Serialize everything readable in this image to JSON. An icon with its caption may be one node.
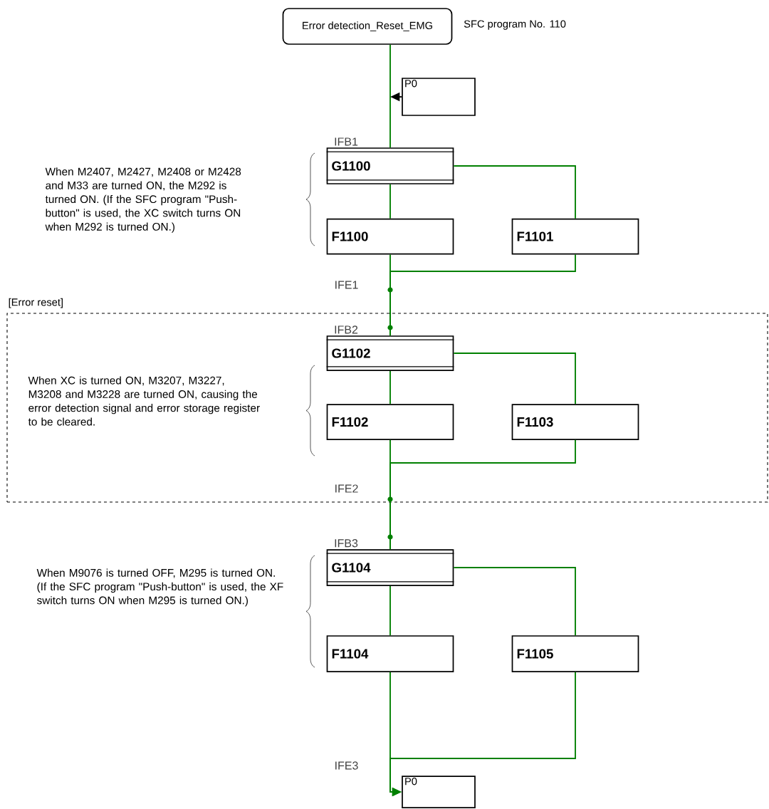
{
  "diagram": {
    "nodes": [
      {
        "text": [
          "Error detection_Reset_EMG"
        ],
        "beside": [
          "SFC program No. 110"
        ]
      },
      {
        "text": [
          "P0"
        ]
      },
      {
        "text": [
          "G1100"
        ],
        "beside": [
          "IFB1"
        ]
      },
      {
        "text": [
          "F1100"
        ]
      },
      {
        "text": [
          "F1101"
        ]
      },
      {
        "text": [
          "[Error reset]"
        ]
      },
      {
        "text": [
          "G1102"
        ],
        "in": 5,
        "beside": [
          "IFB2"
        ]
      },
      {
        "text": [
          "F1102"
        ],
        "in": 5
      },
      {
        "text": [
          "F1103"
        ],
        "in": 5
      },
      {
        "text": [
          "G1104"
        ],
        "beside": [
          "IFB3"
        ]
      },
      {
        "text": [
          "F1104"
        ]
      },
      {
        "text": [
          "F1105"
        ]
      },
      {
        "text": [
          "P0"
        ]
      }
    ],
    "edges": [
      {
        "from": 0,
        "to": 2,
        "arrow": "none"
      },
      {
        "from": 1,
        "to": null,
        "arrow": "to",
        "color": "#000000"
      },
      {
        "from": 2,
        "to": 3,
        "arrow": "none"
      },
      {
        "from": 2,
        "to": 4,
        "arrow": "none"
      },
      {
        "from": 3,
        "to": 6,
        "arrow": "none"
      },
      {
        "from": 4,
        "to": 6,
        "arrow": "none"
      },
      {
        "from": 6,
        "to": 7,
        "arrow": "none"
      },
      {
        "from": 6,
        "to": 8,
        "arrow": "none"
      },
      {
        "from": 7,
        "to": 9,
        "arrow": "none"
      },
      {
        "from": 8,
        "to": 9,
        "arrow": "none"
      },
      {
        "from": 9,
        "to": 10,
        "arrow": "none"
      },
      {
        "from": 9,
        "to": 11,
        "arrow": "none"
      },
      {
        "from": 10,
        "to": 12,
        "arrow": "to"
      },
      {
        "from": 11,
        "to": 12,
        "arrow": "to"
      }
    ],
    "labels": [
      "When M2407, M2427, M2408 or M2428 and M33 are turned ON, the M292 is turned ON. (If the SFC program \"Push-button\" is used, the XC switch turns ON when M292 is turned ON.)",
      "IFE1",
      "When XC is turned ON, M3207, M3227, M3208 and M3228 are turned ON, causing the error detection signal and error storage register to be cleared.",
      "IFE2",
      "When M9076 is turned OFF, M295 is turned ON. (If the SFC program \"Push-button\" is used, the XF switch turns ON when M295 is turned ON.)",
      "IFE3"
    ]
  }
}
